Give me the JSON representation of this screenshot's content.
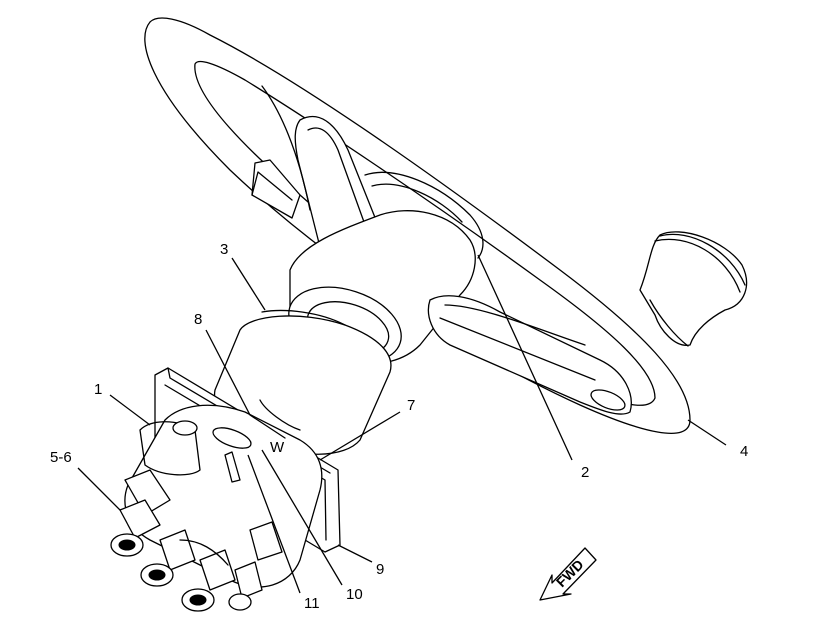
{
  "callouts": {
    "c1": "1",
    "c2": "2",
    "c3": "3",
    "c4": "4",
    "c56": "5-6",
    "c7": "7",
    "c8": "8",
    "c9": "9",
    "c10": "10",
    "c11": "11"
  },
  "direction": {
    "label": "FWD",
    "icon": "forward-arrow-icon"
  }
}
